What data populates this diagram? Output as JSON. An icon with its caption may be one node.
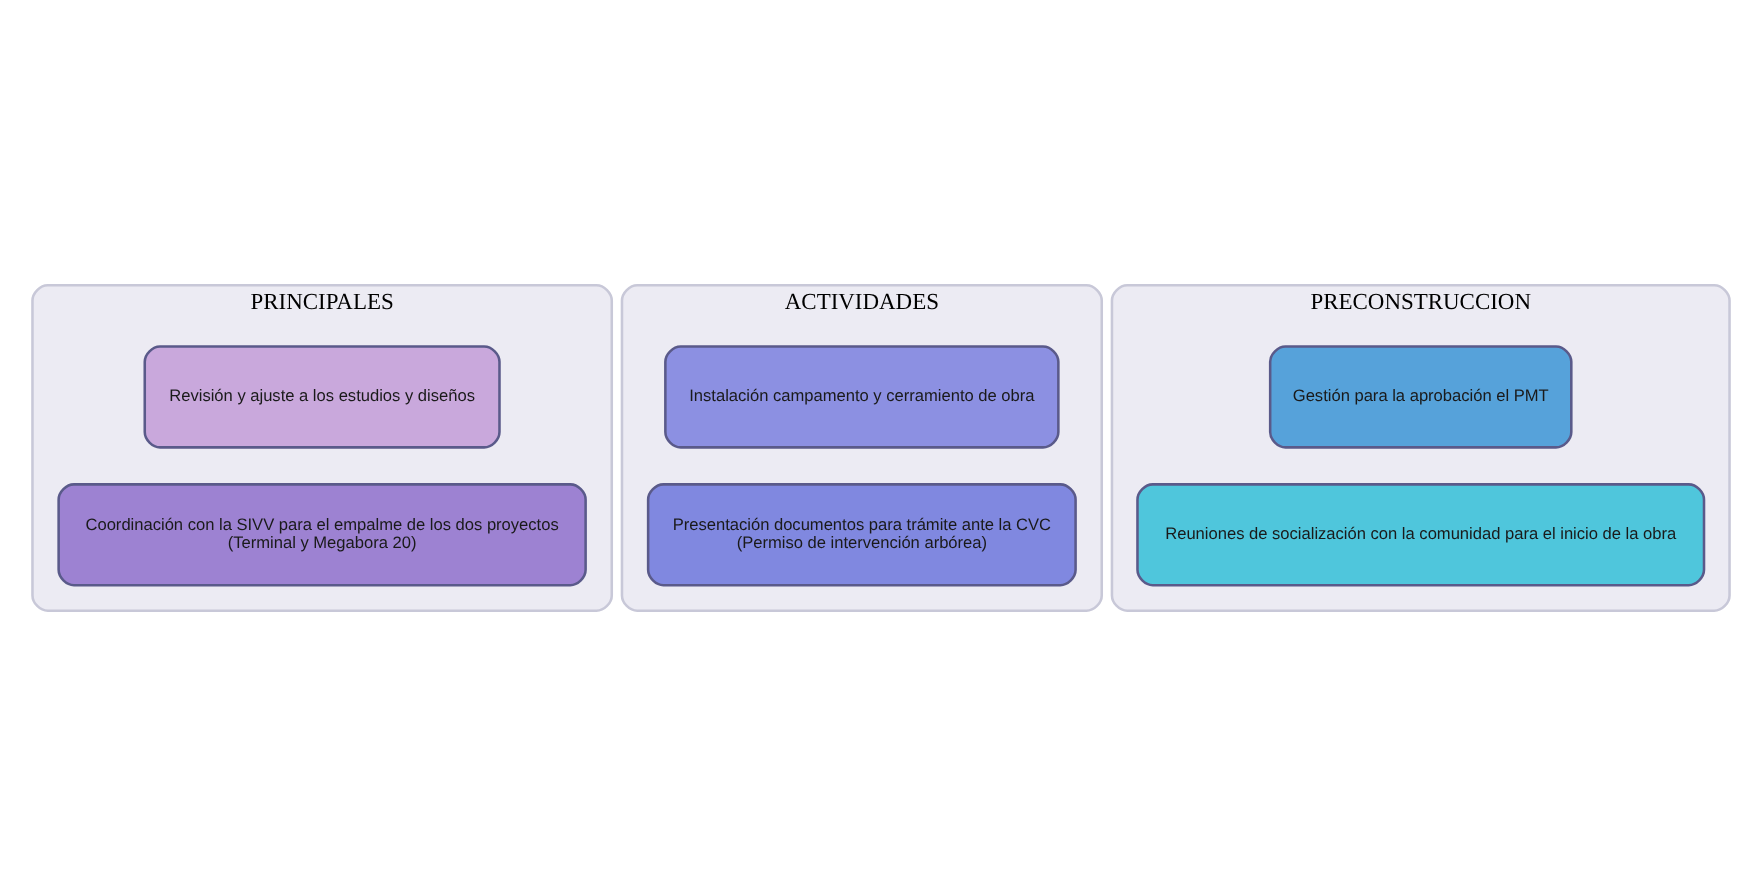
{
  "diagram": {
    "nodes": [
      {
        "text": [
          "PRINCIPALES"
        ]
      },
      {
        "text": [
          "Revisión y ajuste a los estudios y diseños"
        ],
        "in": 0
      },
      {
        "text": [
          "Coordinación con la SIVV para el empalme de los dos proyectos",
          "(Terminal y Megabora 20)"
        ],
        "in": 0
      },
      {
        "text": [
          "ACTIVIDADES"
        ]
      },
      {
        "text": [
          "Instalación campamento y cerramiento de obra"
        ],
        "in": 3
      },
      {
        "text": [
          "Presentación documentos para trámite ante la CVC",
          "(Permiso de intervención arbórea)"
        ],
        "in": 3
      },
      {
        "text": [
          "PRECONSTRUCCION"
        ]
      },
      {
        "text": [
          "Gestión para la aprobación el PMT"
        ],
        "in": 6
      },
      {
        "text": [
          "Reuniones de socialización con la comunidad para el inicio de la obra"
        ],
        "in": 6
      }
    ],
    "edges": []
  }
}
